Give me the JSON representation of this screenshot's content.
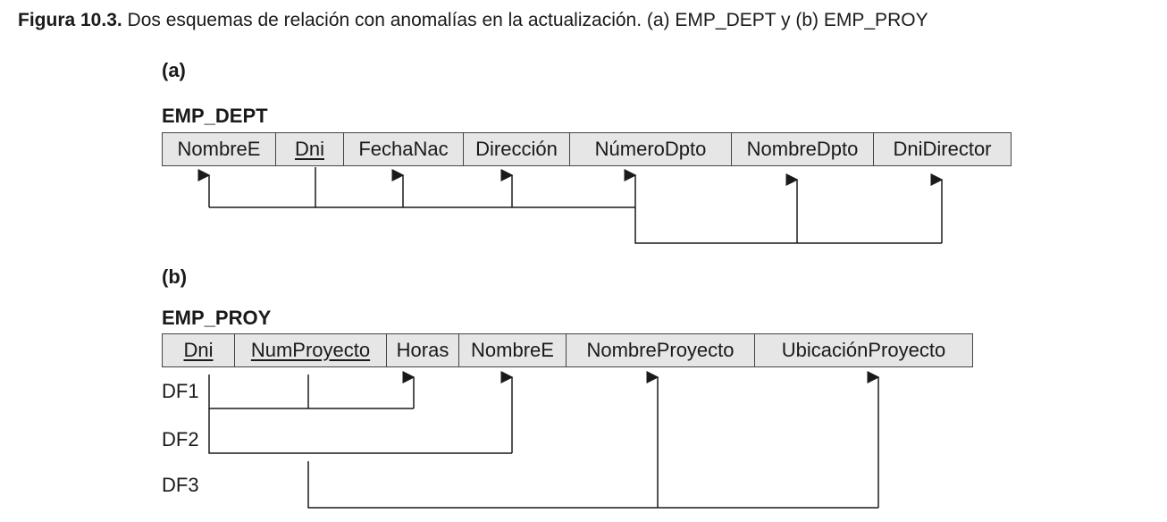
{
  "caption": {
    "label": "Figura 10.3.",
    "text": " Dos esquemas de relación con anomalías en la actualización. (a) EMP_DEPT y (b) EMP_PROY"
  },
  "part_a": {
    "label": "(a)",
    "relation_name": "EMP_DEPT",
    "attributes": [
      {
        "name": "NombreE",
        "key": false
      },
      {
        "name": "Dni",
        "key": true
      },
      {
        "name": "FechaNac",
        "key": false
      },
      {
        "name": "Dirección",
        "key": false
      },
      {
        "name": "NúmeroDpto",
        "key": false
      },
      {
        "name": "NombreDpto",
        "key": false
      },
      {
        "name": "DniDirector",
        "key": false
      }
    ]
  },
  "part_b": {
    "label": "(b)",
    "relation_name": "EMP_PROY",
    "attributes": [
      {
        "name": "Dni",
        "key": true
      },
      {
        "name": "NumProyecto",
        "key": true
      },
      {
        "name": "Horas",
        "key": false
      },
      {
        "name": "NombreE",
        "key": false
      },
      {
        "name": "NombreProyecto",
        "key": false
      },
      {
        "name": "UbicaciónProyecto",
        "key": false
      }
    ],
    "dependencies": [
      "DF1",
      "DF2",
      "DF3"
    ]
  }
}
